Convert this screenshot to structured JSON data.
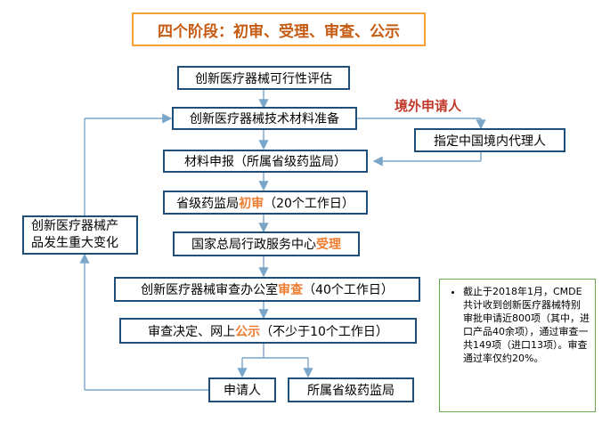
{
  "title": "四个阶段：初审、受理、审查、公示",
  "steps": {
    "feasibility": "创新医疗器械可行性评估",
    "prep": "创新医疗器械技术材料准备",
    "declare": "材料申报（所属省级药监局）",
    "prelim_a": "省级药监局",
    "prelim_hl": "初审",
    "prelim_b": "（20个工作日）",
    "accept_a": "国家总局行政服务中心",
    "accept_hl": "受理",
    "review_a": "创新医疗器械审查办公室",
    "review_hl": "审查",
    "review_b": "（40个工作日）",
    "public_a": "审查决定、网上",
    "public_hl": "公示",
    "public_b": "（不少于10个工作日）",
    "applicant": "申请人",
    "provincial": "所属省级药监局"
  },
  "overseas": {
    "label": "境外申请人",
    "agent": "指定中国境内代理人"
  },
  "change": {
    "line1": "创新医疗器械产",
    "line2": "品发生重大变化"
  },
  "note": "截止于2018年1月，CMDE共计收到创新医疗器械特别审批申请近800项（其中，进口产品40余项），通过审查一共149项（进口13项）。审查通过率仅约20%。"
}
